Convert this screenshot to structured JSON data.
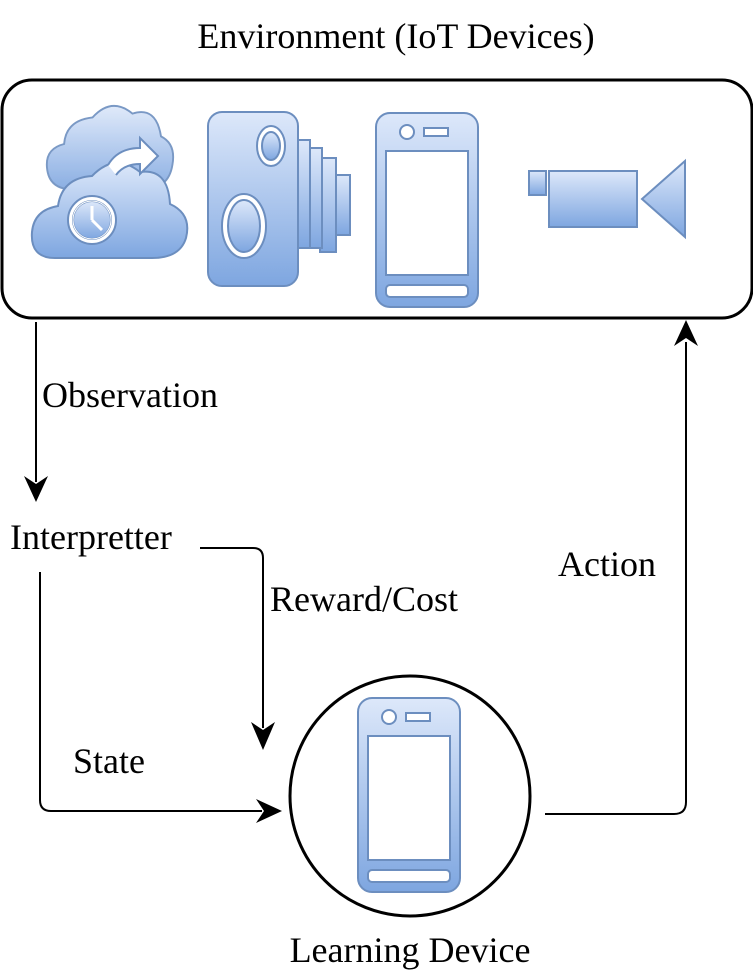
{
  "environment": {
    "title": "Environment (IoT Devices)"
  },
  "labels": {
    "observation": "Observation",
    "interpreter": "Interpretter",
    "reward_cost": "Reward/Cost",
    "state": "State",
    "action": "Action",
    "learning_device": "Learning Device"
  },
  "icons": {
    "env": [
      "cloud-clock-sync-icon",
      "camera-device-icon",
      "smartphone-icon",
      "video-camera-icon"
    ],
    "learner": "smartphone-icon"
  },
  "colors": {
    "icon_fill_top": "#dde8fa",
    "icon_fill_bottom": "#7ea6e0",
    "icon_stroke": "#6c8ebf",
    "line": "#000000"
  }
}
